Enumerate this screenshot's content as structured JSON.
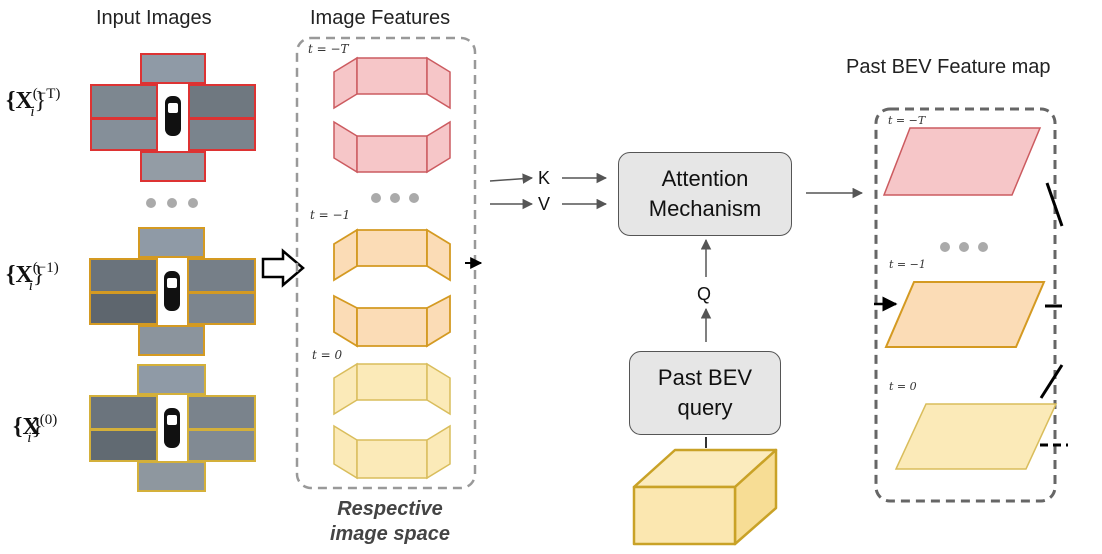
{
  "headings": {
    "input_images": "Input Images",
    "image_features": "Image Features",
    "past_bev_feature_map": "Past BEV Feature map"
  },
  "input_labels": [
    {
      "base": "{X",
      "sup": "(−T)",
      "sub": "i",
      "close": "}"
    },
    {
      "base": "{X",
      "sup": "(−1)",
      "sub": "i",
      "close": "}"
    },
    {
      "base": "{X",
      "sup": "(0)",
      "sub": "i",
      "close": "}"
    }
  ],
  "feature_time_labels": [
    "t = −T",
    "t = −1",
    "t = 0"
  ],
  "bev_time_labels": [
    "t = −T",
    "t = −1",
    "t = 0"
  ],
  "attention_box": "Attention Mechanism",
  "query_box": "Past BEV query",
  "k_label": "K",
  "v_label": "V",
  "q_label": "Q",
  "caption": [
    "Respective",
    "image space"
  ],
  "colors": {
    "red_fill": "#f6c6c8",
    "red_stroke": "#cc5b60",
    "orange_fill": "#fbdcb6",
    "orange_stroke": "#d49a22",
    "yellow_fill": "#fbeab8",
    "yellow_stroke": "#d4b03a",
    "cube_fill": "#fbe7b0",
    "cube_stroke": "#c9a227",
    "box_fill": "#e6e6e6",
    "dash": "#888888"
  }
}
